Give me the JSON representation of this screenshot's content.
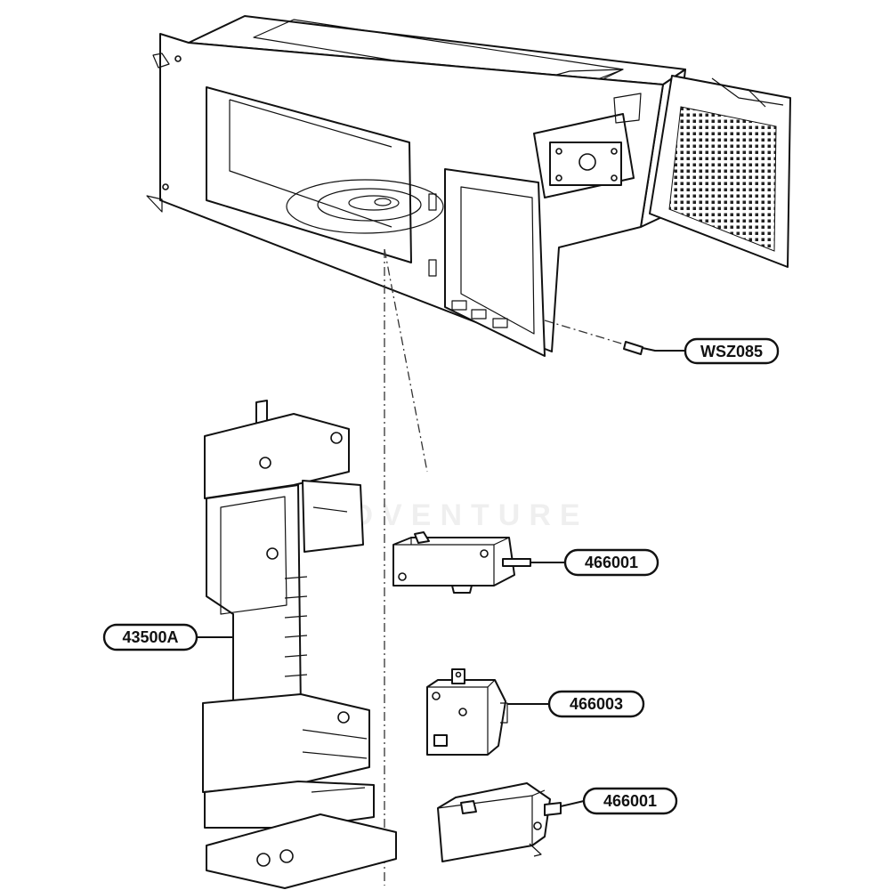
{
  "callouts": {
    "screw": "WSZ085",
    "latch_board": "43500A",
    "switch_upper": "466001",
    "switch_middle": "466003",
    "switch_lower": "466001"
  },
  "watermark": "ADVENTURE",
  "colors": {
    "line": "#111111",
    "background": "#ffffff"
  }
}
